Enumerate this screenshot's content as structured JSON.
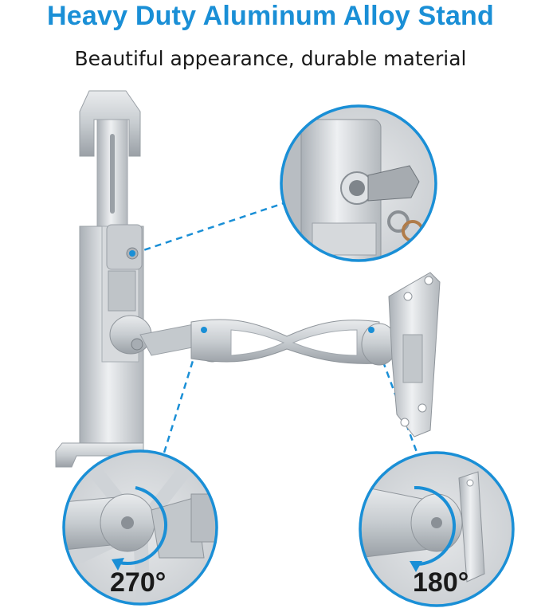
{
  "headline": "Heavy Duty Aluminum Alloy Stand",
  "tagline": "Beautiful appearance, durable material",
  "callouts": {
    "rotation_left": "270°",
    "rotation_right": "180°"
  },
  "colors": {
    "accent": "#1a8fd6",
    "text": "#1a1a1a",
    "metal_light": "#dde0e3",
    "metal_mid": "#b9bec3",
    "metal_dark": "#8f959b"
  },
  "icons": [
    "rotation-arrow-icon",
    "key-lock-icon"
  ]
}
